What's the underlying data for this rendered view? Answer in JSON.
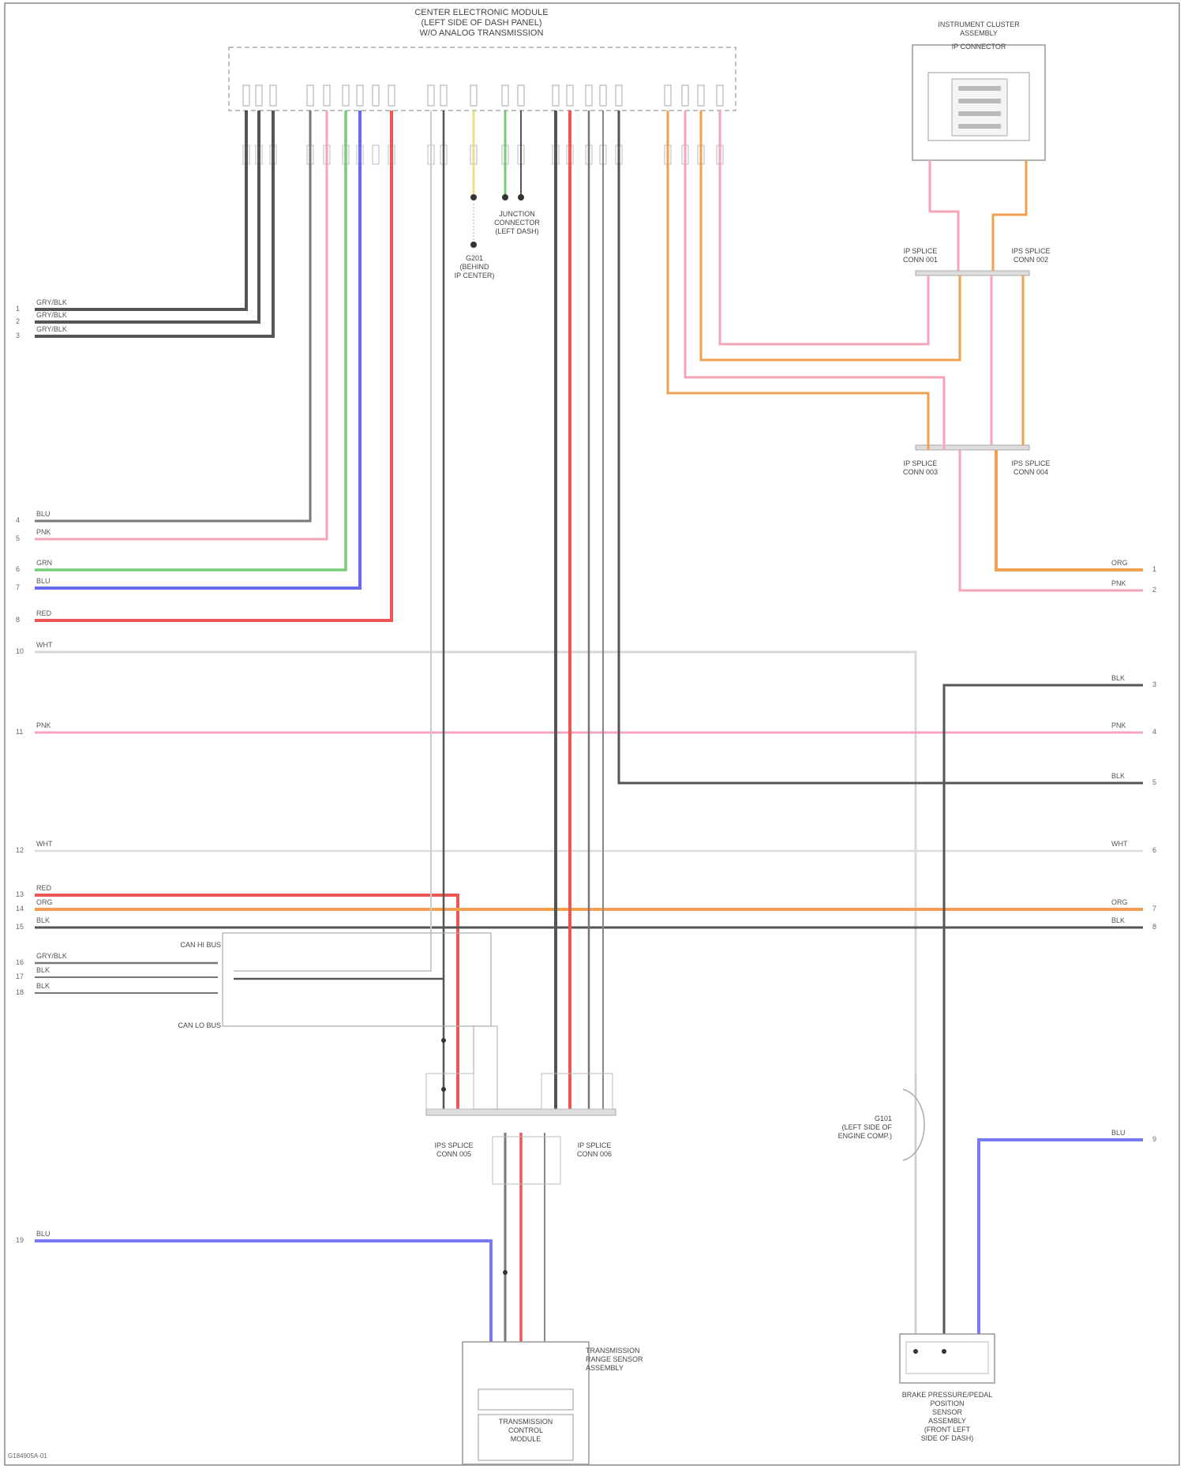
{
  "module": {
    "title_lines": [
      "CENTER ELECTRONIC MODULE",
      "(LEFT SIDE OF DASH PANEL)",
      "W/O ANALOG TRANSMISSION"
    ]
  },
  "blocks": {
    "top_right": [
      "INSTRUMENT CLUSTER",
      "ASSEMBLY",
      "IP CONNECTOR"
    ],
    "splice_1_left": [
      "IP SPLICE",
      "CONN 001"
    ],
    "splice_1_right": [
      "IPS SPLICE",
      "CONN 002"
    ],
    "splice_2_left": [
      "IP SPLICE",
      "CONN 003"
    ],
    "splice_2_right": [
      "IPS SPLICE",
      "CONN 004"
    ],
    "ground_left": [
      "G201",
      "(BEHIND",
      "IP CENTER)"
    ],
    "ground_right": [
      "JUNCTION",
      "CONNECTOR",
      "(LEFT DASH)"
    ],
    "bottom_left_a": [
      "IPS SPLICE",
      "CONN 005"
    ],
    "bottom_left_b": [
      "IP SPLICE",
      "CONN 006"
    ],
    "transmission": [
      "TRANSMISSION",
      "RANGE SENSOR",
      "ASSEMBLY"
    ],
    "transmission_inner": [
      "TRANSMISSION",
      "CONTROL",
      "MODULE"
    ],
    "ground_mid": [
      "G101",
      "(LEFT SIDE OF",
      "ENGINE COMP.)"
    ],
    "bottom_right": [
      "BRAKE PRESSURE/PEDAL",
      "POSITION",
      "SENSOR",
      "ASSEMBLY",
      "(FRONT LEFT",
      "SIDE OF DASH)"
    ],
    "mid_box_left_a": "CAN HI BUS",
    "mid_box_left_b": "CAN LO BUS"
  },
  "left_wires": [
    {
      "pin": "1",
      "color": "GRY/BLK",
      "hex": "#555555"
    },
    {
      "pin": "2",
      "color": "GRY/BLK",
      "hex": "#555555"
    },
    {
      "pin": "3",
      "color": "GRY/BLK",
      "hex": "#555555"
    },
    {
      "pin": "4",
      "color": "BLU",
      "hex": "#666666"
    },
    {
      "pin": "5",
      "color": "PNK",
      "hex": "#f4a6b8"
    },
    {
      "pin": "6",
      "color": "GRN",
      "hex": "#77cc77"
    },
    {
      "pin": "7",
      "color": "BLU",
      "hex": "#6a6af0"
    },
    {
      "pin": "8",
      "color": "RED",
      "hex": "#ee5555"
    },
    {
      "pin": "10",
      "color": "WHT",
      "hex": "#dddddd"
    },
    {
      "pin": "11",
      "color": "PNK",
      "hex": "#f4a6b8"
    },
    {
      "pin": "12",
      "color": "WHT",
      "hex": "#dddddd"
    },
    {
      "pin": "13",
      "color": "RED",
      "hex": "#ee5555"
    },
    {
      "pin": "14",
      "color": "ORG",
      "hex": "#f0a050"
    },
    {
      "pin": "15",
      "color": "BLK",
      "hex": "#555555"
    },
    {
      "pin": "16",
      "color": "GRY/BLK",
      "hex": "#777777"
    },
    {
      "pin": "17",
      "color": "BLK",
      "hex": "#777777"
    },
    {
      "pin": "18",
      "color": "BLK",
      "hex": "#777777"
    },
    {
      "pin": "19",
      "color": "BLU",
      "hex": "#7a7af0"
    }
  ],
  "right_wires": [
    {
      "pin": "1",
      "color": "ORG",
      "hex": "#f0a050"
    },
    {
      "pin": "2",
      "color": "PNK",
      "hex": "#f4a6b8"
    },
    {
      "pin": "3",
      "color": "BLK",
      "hex": "#555555"
    },
    {
      "pin": "4",
      "color": "PNK",
      "hex": "#f4a6b8"
    },
    {
      "pin": "5",
      "color": "BLK",
      "hex": "#555555"
    },
    {
      "pin": "6",
      "color": "WHT",
      "hex": "#dddddd"
    },
    {
      "pin": "7",
      "color": "ORG",
      "hex": "#f0a050"
    },
    {
      "pin": "8",
      "color": "BLK",
      "hex": "#555555"
    },
    {
      "pin": "9",
      "color": "BLU",
      "hex": "#7a7af0"
    }
  ],
  "footer": "G184905A-01"
}
